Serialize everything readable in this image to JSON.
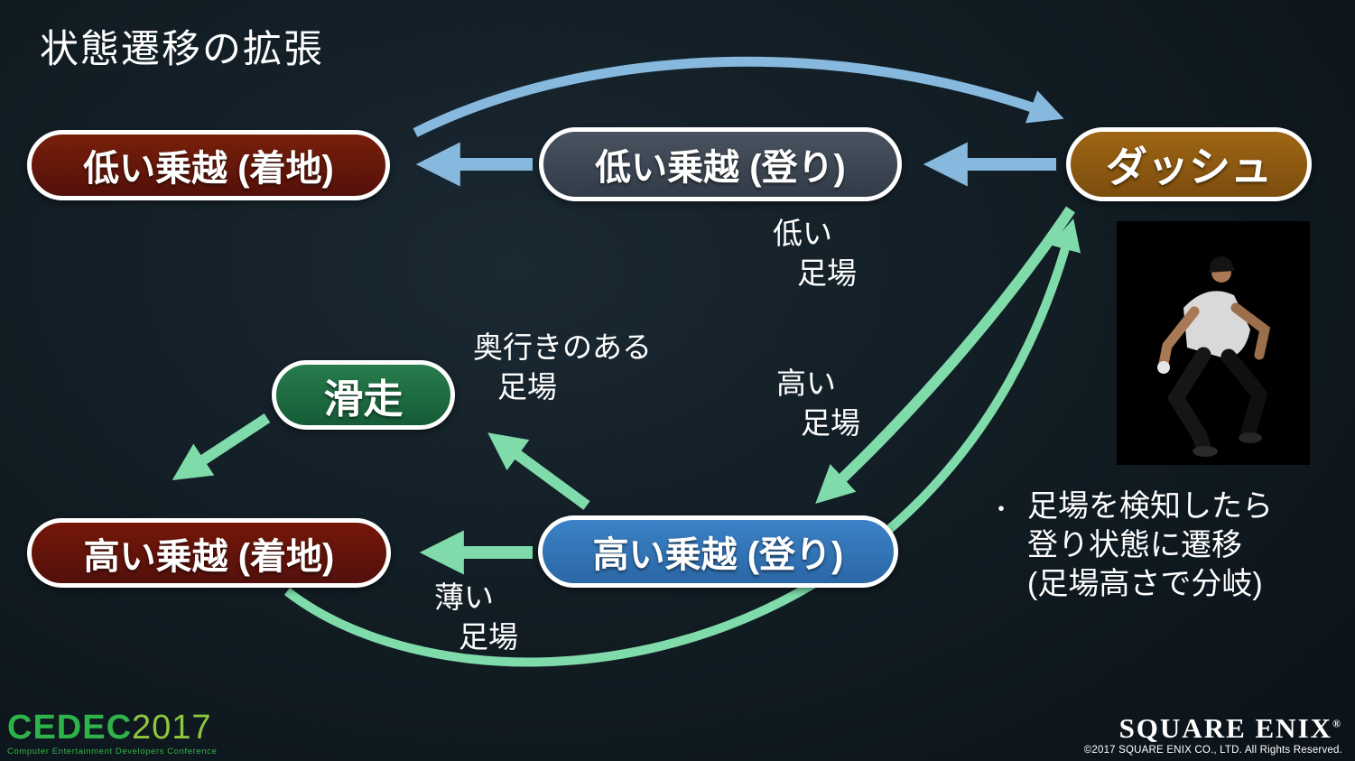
{
  "slide": {
    "title": "状態遷移の拡張"
  },
  "nodes": {
    "low_vault_landing": {
      "label": "低い乗越 (着地)",
      "color": "#6b1a0a"
    },
    "low_vault_climb": {
      "label": "低い乗越 (登り)",
      "color": "#3d4753"
    },
    "dash": {
      "label": "ダッシュ",
      "color": "#8d5a11"
    },
    "slide": {
      "label": "滑走",
      "color": "#1e6c42"
    },
    "high_vault_landing": {
      "label": "高い乗越 (着地)",
      "color": "#63140a"
    },
    "high_vault_climb": {
      "label": "高い乗越 (登り)",
      "color": "#3274b6"
    }
  },
  "edge_labels": {
    "low_platform": {
      "line1": "低い",
      "line2": "足場"
    },
    "deep_platform": {
      "line1": "奥行きのある",
      "line2": "足場"
    },
    "high_platform": {
      "line1": "高い",
      "line2": "足場"
    },
    "thin_platform": {
      "line1": "薄い",
      "line2": "足場"
    }
  },
  "note": {
    "bullet": "・",
    "lines": [
      "足場を検知したら",
      "登り状態に遷移",
      "(足場高さで分岐)"
    ]
  },
  "footer": {
    "cedec_word": "CEDEC",
    "cedec_year": "2017",
    "cedec_subtitle": "Computer Entertainment Developers Conference",
    "squareenix_logo": "SQUARE ENIX",
    "squareenix_reg": "®",
    "copyright": "©2017 SQUARE ENIX CO., LTD. All Rights Reserved."
  },
  "colors": {
    "arrow_blue": "#86b9dd",
    "arrow_green": "#7fdcaa",
    "background": "#101b22"
  }
}
